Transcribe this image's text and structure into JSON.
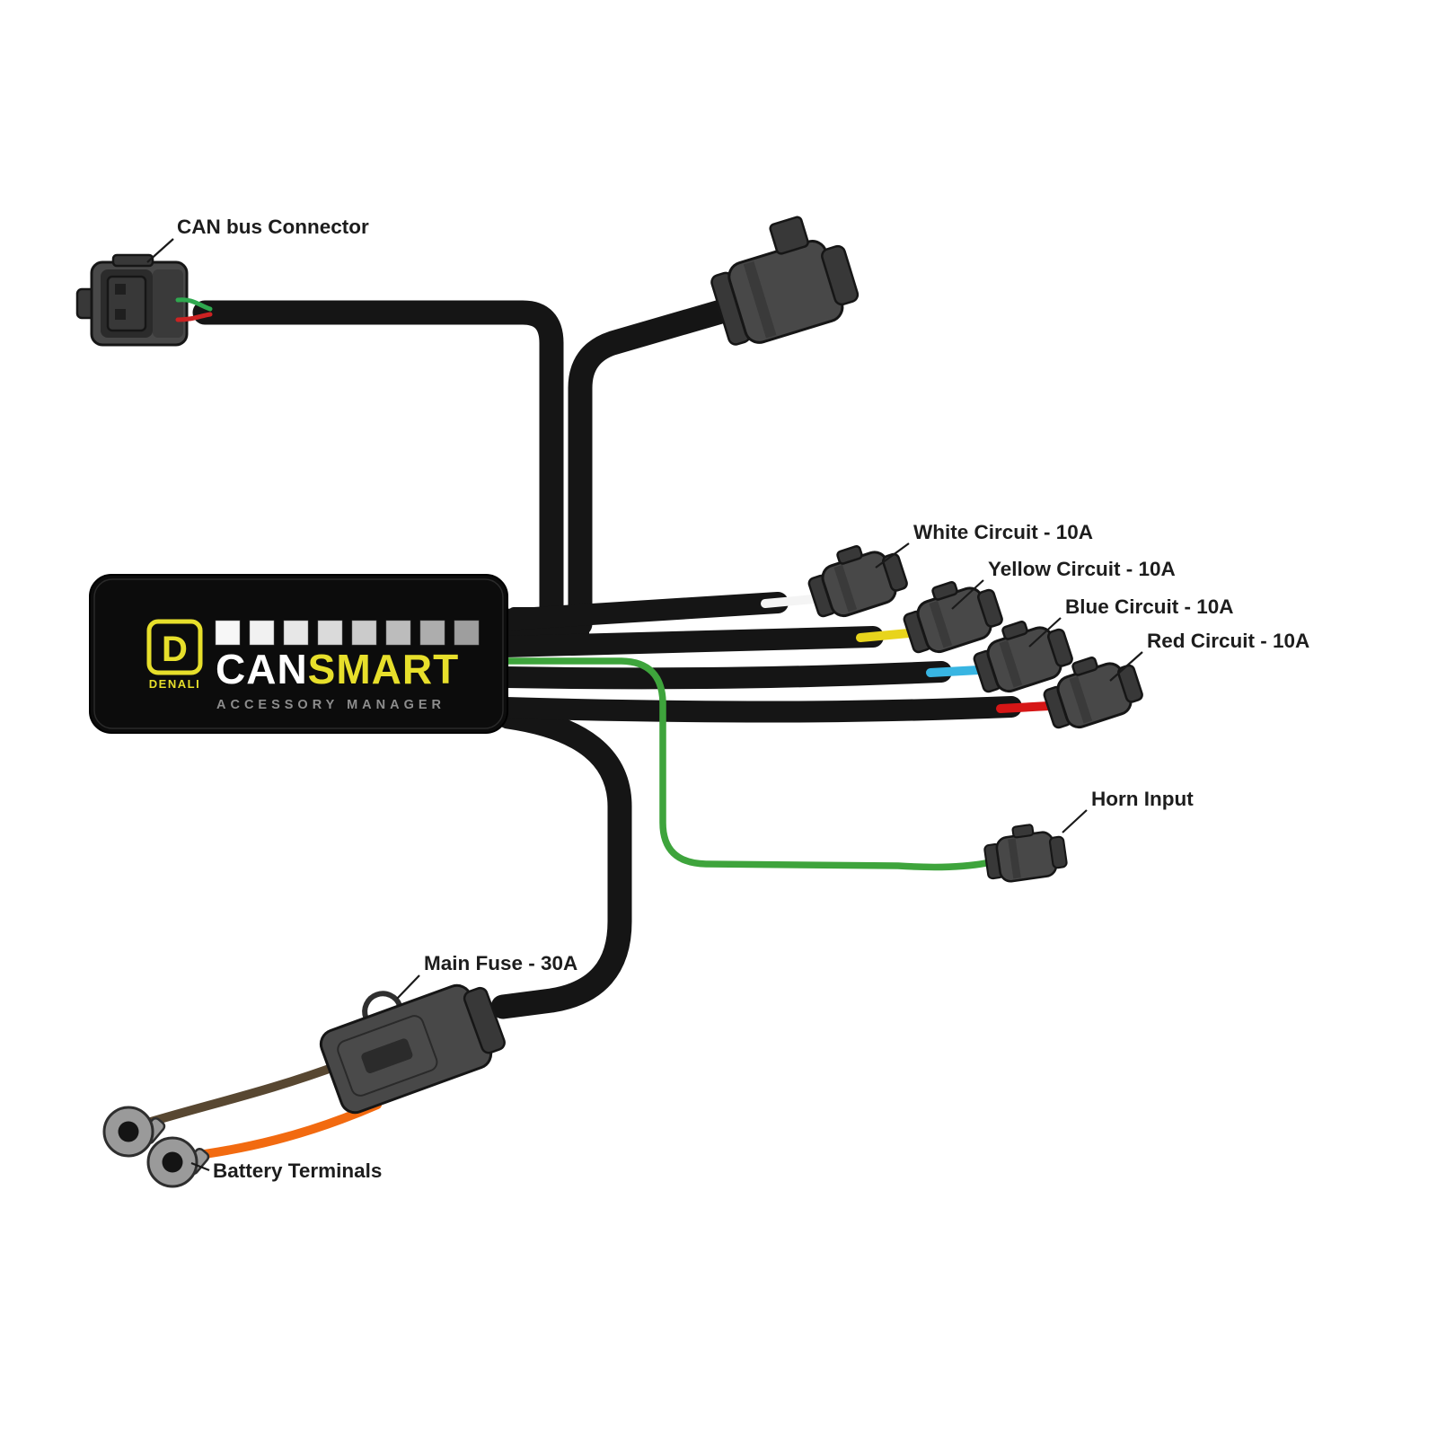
{
  "diagram": {
    "type": "wiring-diagram",
    "product": "DENALI CANsmart Accessory Manager wiring harness"
  },
  "module": {
    "brand": "DENALI",
    "logo_letter": "D",
    "name_part1": "CAN",
    "name_part2": "SMART",
    "subtitle": "ACCESSORY MANAGER",
    "led_count": 8,
    "led_colors": [
      "#f7f7f7",
      "#f1f1f1",
      "#e7e7e7",
      "#dadada",
      "#cbcbcb",
      "#bcbcbc",
      "#adadad",
      "#9e9e9e"
    ]
  },
  "labels": {
    "can_bus_connector": "CAN bus Connector",
    "horn_input": "Horn Input",
    "main_fuse": "Main Fuse - 30A",
    "battery_terminals": "Battery Terminals"
  },
  "circuits": [
    {
      "label": "White Circuit - 10A",
      "wire_color": "#f4f4f4"
    },
    {
      "label": "Yellow Circuit - 10A",
      "wire_color": "#e8d41c"
    },
    {
      "label": "Blue Circuit - 10A",
      "wire_color": "#38b5e2"
    },
    {
      "label": "Red Circuit - 10A",
      "wire_color": "#d61616"
    }
  ],
  "colors": {
    "cable": "#151515",
    "green_wire": "#3ea43c",
    "orange_wire": "#f26a10",
    "brown_wire": "#584731",
    "brand_yellow": "#e7df2b",
    "connector_gray": "#484848",
    "module_black": "#0c0c0c",
    "can_pigtail_green": "#2fa84f",
    "can_pigtail_red": "#cc2222"
  }
}
